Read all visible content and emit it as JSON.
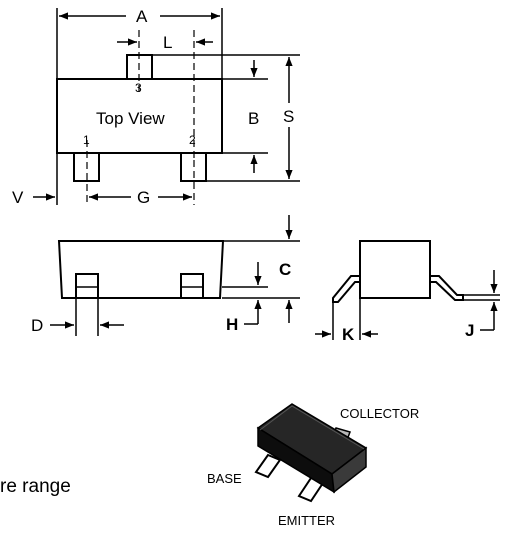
{
  "top_view": {
    "title": "Top View",
    "pins": [
      "1",
      "2",
      "3"
    ],
    "dims": {
      "A": "A",
      "B": "B",
      "S": "S",
      "L": "L",
      "V": "V",
      "G": "G"
    }
  },
  "side_view": {
    "dims": {
      "C": "C",
      "D": "D",
      "H": "H"
    }
  },
  "end_view": {
    "dims": {
      "K": "K",
      "J": "J"
    }
  },
  "package_3d": {
    "collector": "COLLECTOR",
    "base": "BASE",
    "emitter": "EMITTER"
  },
  "cut_text": "re range",
  "colors": {
    "line": "#000000",
    "body": "#1a1a1a",
    "background": "#ffffff"
  }
}
